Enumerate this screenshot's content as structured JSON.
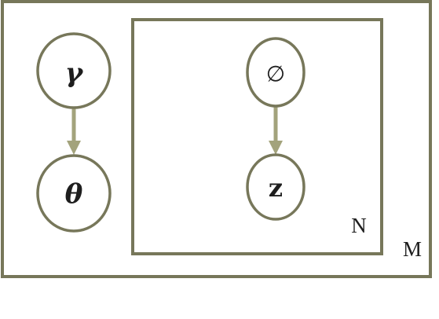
{
  "plates": {
    "outer_label": "M",
    "inner_label": "N"
  },
  "nodes": {
    "gamma": "γ",
    "theta": "θ",
    "phi": "∅",
    "z": "z"
  },
  "colors": {
    "plate_stroke": "#77775a",
    "edge": "#a3a37c",
    "text": "#1e1e1e"
  }
}
